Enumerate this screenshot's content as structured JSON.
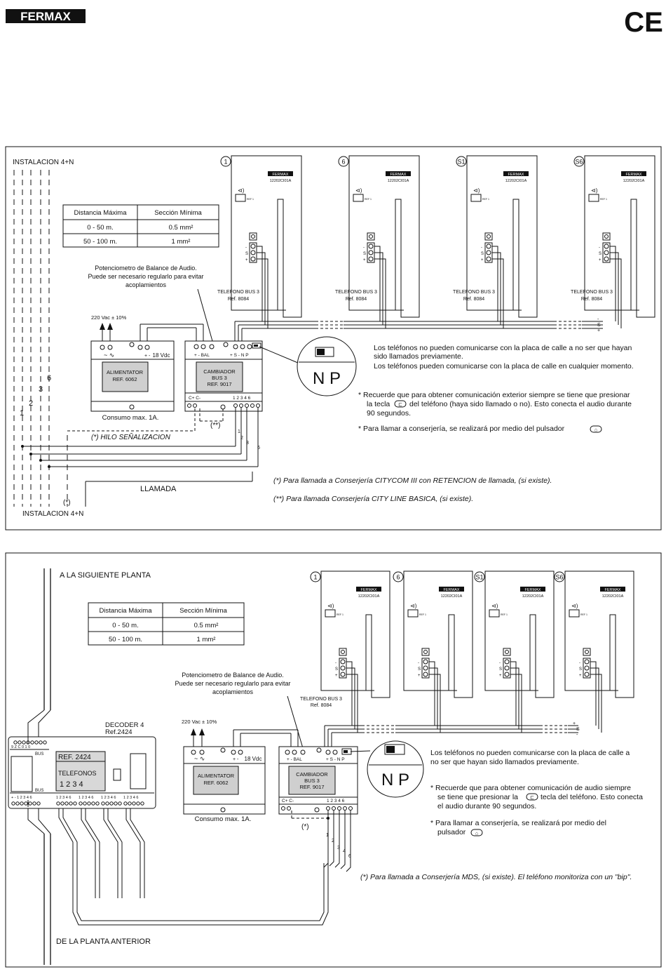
{
  "header": {
    "brand": "FERMAX",
    "ce_mark": "CE"
  },
  "diagram1": {
    "title_top": "INSTALACION 4+N",
    "title_bottom": "INSTALACION 4+N",
    "wire_numbers": [
      "1",
      "2",
      "3",
      "6"
    ],
    "table": {
      "headers": [
        "Distancia Máxima",
        "Sección Mínima"
      ],
      "rows": [
        [
          "0 -   50 m.",
          "0.5 mm²"
        ],
        [
          "50 - 100 m.",
          "1    mm²"
        ]
      ]
    },
    "pot_note": [
      "Potenciometro de Balance de Audio.",
      "Puede ser necesario regularlo para evitar",
      "acoplamientos"
    ],
    "phones": [
      {
        "num": "1",
        "brand": "FERMAX",
        "model": "12202CI01A",
        "label": "TELEFONO BUS 3",
        "ref": "Ref. 8084"
      },
      {
        "num": "6",
        "brand": "FERMAX",
        "model": "12202CI01A",
        "label": "TELEFONO BUS 3",
        "ref": "Ref. 8084"
      },
      {
        "num": "S1",
        "brand": "FERMAX",
        "model": "12202CI01A",
        "label": "TELEFONO BUS 3",
        "ref": "Ref. 8084"
      },
      {
        "num": "S6",
        "brand": "FERMAX",
        "model": "12202CI01A",
        "label": "TELEFONO BUS 3",
        "ref": "Ref. 8084"
      }
    ],
    "terminal_labels": [
      "-",
      "S",
      "+"
    ],
    "supply_label": "220 Vac ± 10%",
    "power": {
      "name": "ALIMENTATOR",
      "ref": "REF. 6062",
      "volt": "18 Vdc",
      "note": "Consumo max. 1A.",
      "terms": "+   -"
    },
    "changer": {
      "name": "CAMBIADOR",
      "sub": "BUS 3",
      "ref": "REF. 9017",
      "top": "+   -   BAL",
      "top2": "+  S  -   N  P",
      "bottom_left": "C+  C-",
      "bottom_right": "1  2  3  4  6"
    },
    "np_label": "N  P",
    "note_np": [
      "Los teléfonos no pueden comunicarse con la placa de calle a no ser que hayan",
      "sido llamados previamente.",
      "Los teléfonos pueden comunicarse con la placa de calle en cualquier momento."
    ],
    "note_star1": [
      "*  Recuerde que para obtener comunicación exterior siempre se tiene que presionar",
      "la tecla",
      "del teléfono (haya sido llamado o no). Esto conecta el audio durante",
      "90 segundos."
    ],
    "note_star2": "*  Para llamar a conserjería, se realizará por medio del pulsador",
    "hilo": "(*) HILO SEÑALIZACION",
    "llamada": "LLAMADA",
    "star_marker": "(*)",
    "dstar_marker": "(**)",
    "foot1": "(*)   Para llamada a Conserjería CITYCOM III con RETENCION de llamada, (si existe).",
    "foot2": "(**) Para llamada Conserjería CITY LINE BASICA, (si existe)."
  },
  "diagram2": {
    "top_label": "A LA SIGUIENTE PLANTA",
    "bottom_label": "DE LA PLANTA ANTERIOR",
    "table": {
      "headers": [
        "Distancia Máxima",
        "Sección Mínima"
      ],
      "rows": [
        [
          "0 -   50 m.",
          "0.5 mm²"
        ],
        [
          "50 - 100 m.",
          "1    mm²"
        ]
      ]
    },
    "pot_note": [
      "Potenciometro de Balance de Audio.",
      "Puede ser necesario regularlo para evitar",
      "acoplamientos"
    ],
    "phones": [
      {
        "num": "1",
        "brand": "FERMAX",
        "model": "12202CI01A"
      },
      {
        "num": "6",
        "brand": "FERMAX",
        "model": "12202CI01A"
      },
      {
        "num": "S1",
        "brand": "FERMAX",
        "model": "12202CI01A"
      },
      {
        "num": "S6",
        "brand": "FERMAX",
        "model": "12202CI01A"
      }
    ],
    "phone_label": "TELEFONO BUS 3",
    "phone_ref": "Ref. 8084",
    "decoder": {
      "title": "DECODER 4",
      "ref": "Ref.2424",
      "ref_label": "REF. 2424",
      "tel_label": "TELEFONOS",
      "digits": "1   2   3   4",
      "bus": "BUS"
    },
    "supply_label": "220 Vac ± 10%",
    "power": {
      "name": "ALIMENTATOR",
      "ref": "REF. 6062",
      "volt": "18 Vdc",
      "note": "Consumo max. 1A."
    },
    "changer": {
      "name": "CAMBIADOR",
      "sub": "BUS 3",
      "ref": "REF. 9017"
    },
    "np_label": "N  P",
    "note_np": [
      "Los teléfonos no pueden comunicarse con la placa de calle a",
      "no ser que hayan sido llamados previamente."
    ],
    "note_star1": [
      "*  Recuerde que para obtener comunicación de audio siempre",
      "se tiene que presionar la",
      "tecla del teléfono. Esto conecta",
      "el audio durante 90 segundos."
    ],
    "note_star2": [
      "*  Para  llamar  a  conserjería,  se  realizará  por  medio  del",
      "pulsador"
    ],
    "star_marker": "(*)",
    "foot": "(*)   Para llamada a Conserjería MDS, (si existe). El teléfono monitoriza con un \"bip\"."
  }
}
